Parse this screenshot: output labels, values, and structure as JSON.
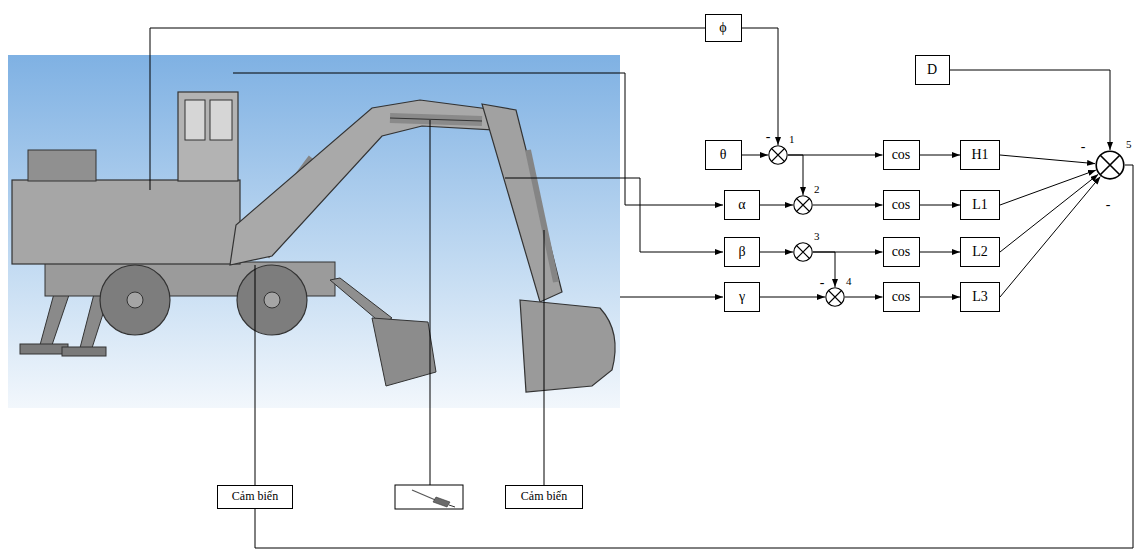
{
  "diagram": {
    "nodes": [
      {
        "text": [
          "ϕ"
        ]
      },
      {
        "text": [
          "D"
        ]
      },
      {
        "text": [
          "θ"
        ]
      },
      {
        "text": [
          "1"
        ]
      },
      {
        "text": [
          "cos"
        ]
      },
      {
        "text": [
          "H1"
        ]
      },
      {
        "text": [
          "α"
        ]
      },
      {
        "text": [
          "2"
        ]
      },
      {
        "text": [
          "cos"
        ]
      },
      {
        "text": [
          "L1"
        ]
      },
      {
        "text": [
          "β"
        ]
      },
      {
        "text": [
          "3"
        ]
      },
      {
        "text": [
          "cos"
        ]
      },
      {
        "text": [
          "L2"
        ]
      },
      {
        "text": [
          "γ"
        ]
      },
      {
        "text": [
          "4"
        ]
      },
      {
        "text": [
          "cos"
        ]
      },
      {
        "text": [
          "L3"
        ]
      },
      {
        "text": [
          "5"
        ]
      },
      {
        "text": [
          "Cảm biến"
        ]
      },
      {
        "text": [
          "Cảm biến"
        ]
      }
    ],
    "edges": [
      {
        "from": 0,
        "to": 3,
        "arrow": "to"
      },
      {
        "from": 2,
        "to": 3,
        "arrow": "to"
      },
      {
        "from": 3,
        "to": 4,
        "arrow": "to"
      },
      {
        "from": 4,
        "to": 5,
        "arrow": "to"
      },
      {
        "from": 3,
        "to": 7,
        "arrow": "to"
      },
      {
        "from": 6,
        "to": 7,
        "arrow": "to"
      },
      {
        "from": 7,
        "to": 8,
        "arrow": "to"
      },
      {
        "from": 8,
        "to": 9,
        "arrow": "to"
      },
      {
        "from": 10,
        "to": 11,
        "arrow": "to"
      },
      {
        "from": 11,
        "to": 12,
        "arrow": "to"
      },
      {
        "from": 12,
        "to": 13,
        "arrow": "to"
      },
      {
        "from": 11,
        "to": 15,
        "arrow": "to"
      },
      {
        "from": 14,
        "to": 15,
        "arrow": "to"
      },
      {
        "from": 15,
        "to": 16,
        "arrow": "to"
      },
      {
        "from": 16,
        "to": 17,
        "arrow": "to"
      },
      {
        "from": 1,
        "to": 18,
        "arrow": "to"
      },
      {
        "from": 5,
        "to": 18,
        "arrow": "to"
      },
      {
        "from": 9,
        "to": 18,
        "arrow": "to"
      },
      {
        "from": 13,
        "to": 18,
        "arrow": "to"
      },
      {
        "from": 17,
        "to": 18,
        "arrow": "to"
      },
      {
        "from": 18,
        "to": 19,
        "arrow": "none"
      }
    ],
    "labels": [
      "-",
      "-",
      "-",
      "-"
    ]
  }
}
